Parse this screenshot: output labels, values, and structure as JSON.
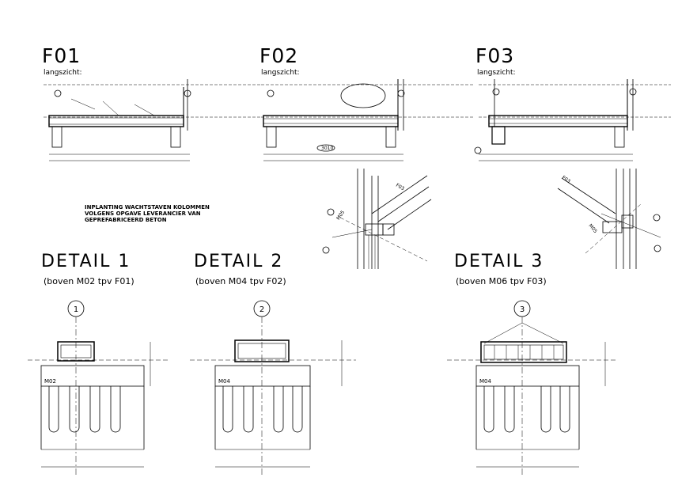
{
  "elevations": [
    {
      "id": "F01",
      "label": "langszicht:"
    },
    {
      "id": "F02",
      "label": "langszicht:"
    },
    {
      "id": "F03",
      "label": "langszicht:"
    }
  ],
  "note": [
    "INPLANTING WACHTSTAVEN KOLOMMEN",
    "VOLGENS OPGAVE LEVERANCIER VAN",
    "GEPREFABRICEERD BETON"
  ],
  "iso_labels": {
    "left": "F03",
    "left_col": "M05",
    "right": "F03",
    "right_col": "M05"
  },
  "details": [
    {
      "title": "DETAIL 1",
      "subtitle": "(boven M02 tpv F01)",
      "marker": "1",
      "column": "M02"
    },
    {
      "title": "DETAIL 2",
      "subtitle": "(boven M04 tpv F02)",
      "marker": "2",
      "column": "M04"
    },
    {
      "title": "DETAIL 3",
      "subtitle": "(boven M06 tpv F03)",
      "marker": "3",
      "column": "M04"
    }
  ],
  "dim_text": {
    "mid": "3010"
  }
}
